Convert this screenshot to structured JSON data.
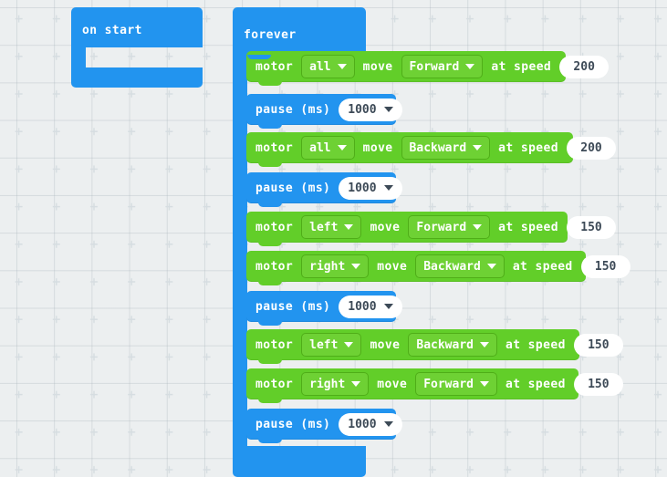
{
  "workspace": {
    "background_color": "#eceff0",
    "grid_mark": "plus"
  },
  "colors": {
    "event_blue": "#2294ef",
    "loop_blue": "#2294ef",
    "motor_green": "#62ce29",
    "field_green": "#6ed134",
    "field_white": "#ffffff",
    "field_text": "#3d4a57"
  },
  "scripts": [
    {
      "id": "on-start",
      "type": "hat",
      "label": "on start",
      "body": []
    },
    {
      "id": "forever",
      "type": "loop",
      "label": "forever",
      "body": [
        {
          "id": "motor-1",
          "kind": "motor",
          "label_motor": "motor",
          "target": "all",
          "label_move": "move",
          "direction": "Forward",
          "label_at_speed": "at speed",
          "speed": "200"
        },
        {
          "id": "pause-1",
          "kind": "pause",
          "label_pause": "pause (ms)",
          "duration": "1000"
        },
        {
          "id": "motor-2",
          "kind": "motor",
          "label_motor": "motor",
          "target": "all",
          "label_move": "move",
          "direction": "Backward",
          "label_at_speed": "at speed",
          "speed": "200"
        },
        {
          "id": "pause-2",
          "kind": "pause",
          "label_pause": "pause (ms)",
          "duration": "1000"
        },
        {
          "id": "motor-3",
          "kind": "motor",
          "label_motor": "motor",
          "target": "left",
          "label_move": "move",
          "direction": "Forward",
          "label_at_speed": "at speed",
          "speed": "150"
        },
        {
          "id": "motor-4",
          "kind": "motor",
          "label_motor": "motor",
          "target": "right",
          "label_move": "move",
          "direction": "Backward",
          "label_at_speed": "at speed",
          "speed": "150"
        },
        {
          "id": "pause-3",
          "kind": "pause",
          "label_pause": "pause (ms)",
          "duration": "1000"
        },
        {
          "id": "motor-5",
          "kind": "motor",
          "label_motor": "motor",
          "target": "left",
          "label_move": "move",
          "direction": "Backward",
          "label_at_speed": "at speed",
          "speed": "150"
        },
        {
          "id": "motor-6",
          "kind": "motor",
          "label_motor": "motor",
          "target": "right",
          "label_move": "move",
          "direction": "Forward",
          "label_at_speed": "at speed",
          "speed": "150"
        },
        {
          "id": "pause-4",
          "kind": "pause",
          "label_pause": "pause (ms)",
          "duration": "1000"
        }
      ]
    }
  ]
}
